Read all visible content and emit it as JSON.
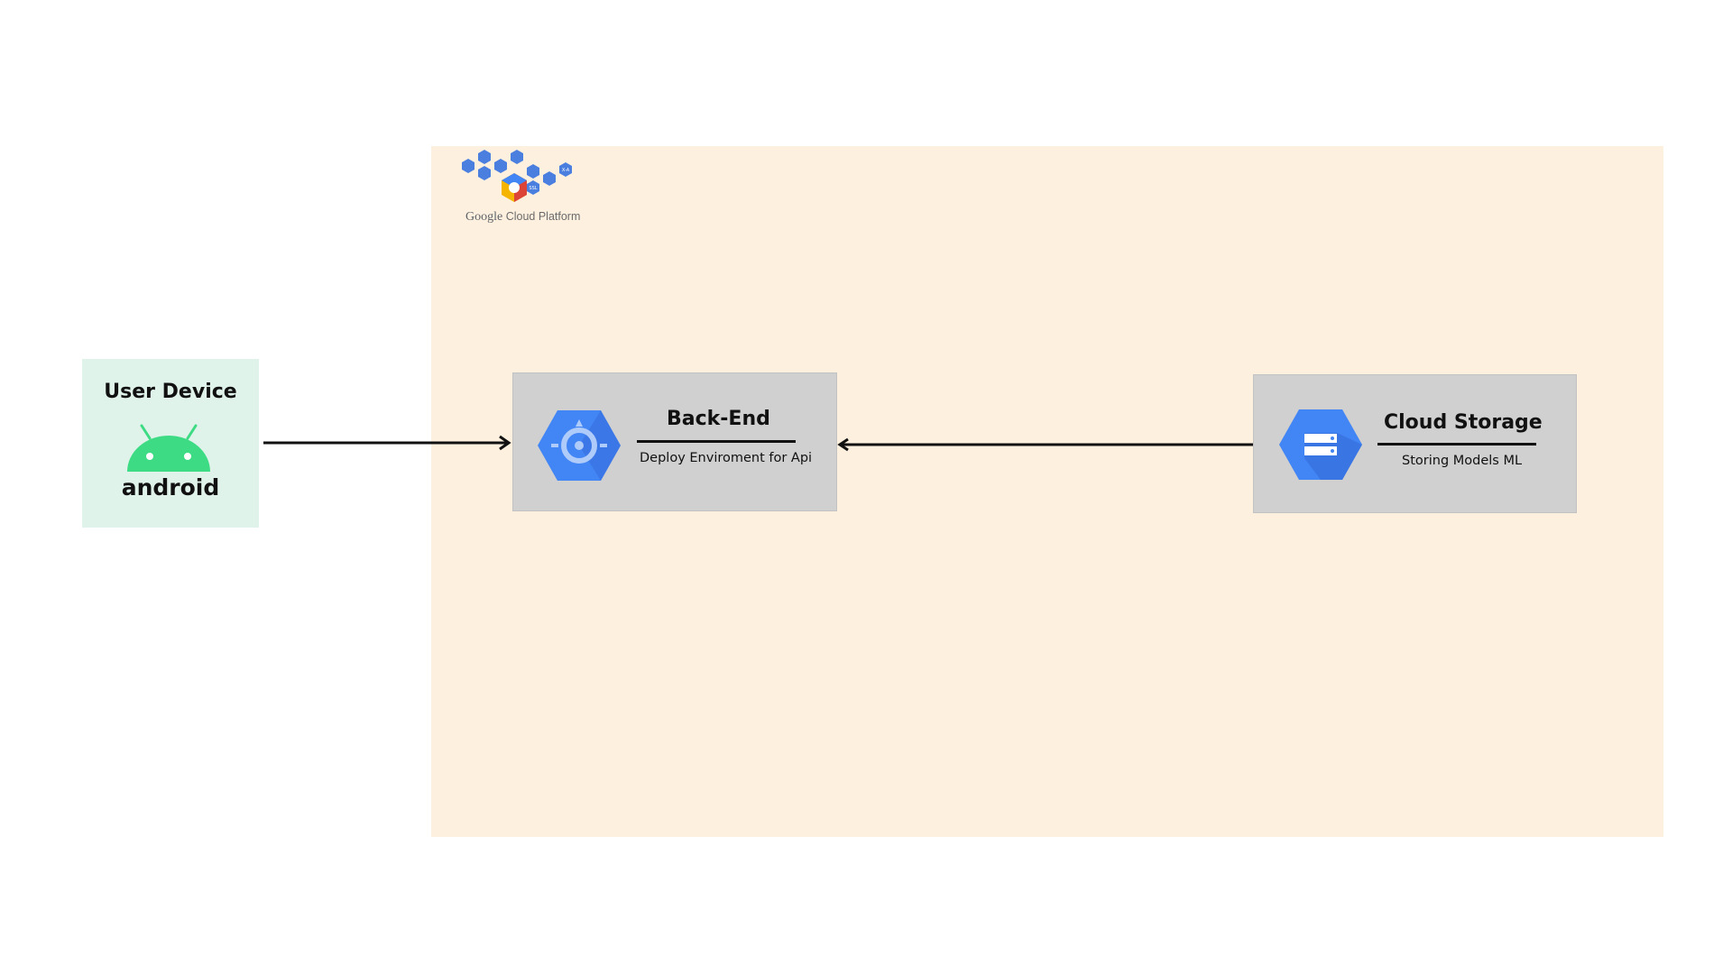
{
  "gcp": {
    "logo_text_google": "Google",
    "logo_text_platform": "Cloud Platform",
    "logo_icon": "gcp-hexagon-cluster-icon"
  },
  "user_device": {
    "title": "User Device",
    "icon": "android-robot-icon",
    "wordmark": "android",
    "color": "#3ddc84"
  },
  "backend": {
    "title": "Back-End",
    "subtitle": "Deploy Enviroment for Api",
    "icon": "app-engine-icon"
  },
  "storage": {
    "title": "Cloud Storage",
    "subtitle": "Storing Models ML",
    "icon": "cloud-storage-icon"
  },
  "colors": {
    "gcp_region": "#fdf0df",
    "device_box": "#e0f3ea",
    "service_box": "#d0d0d0",
    "gcp_blue": "#4285f4"
  }
}
